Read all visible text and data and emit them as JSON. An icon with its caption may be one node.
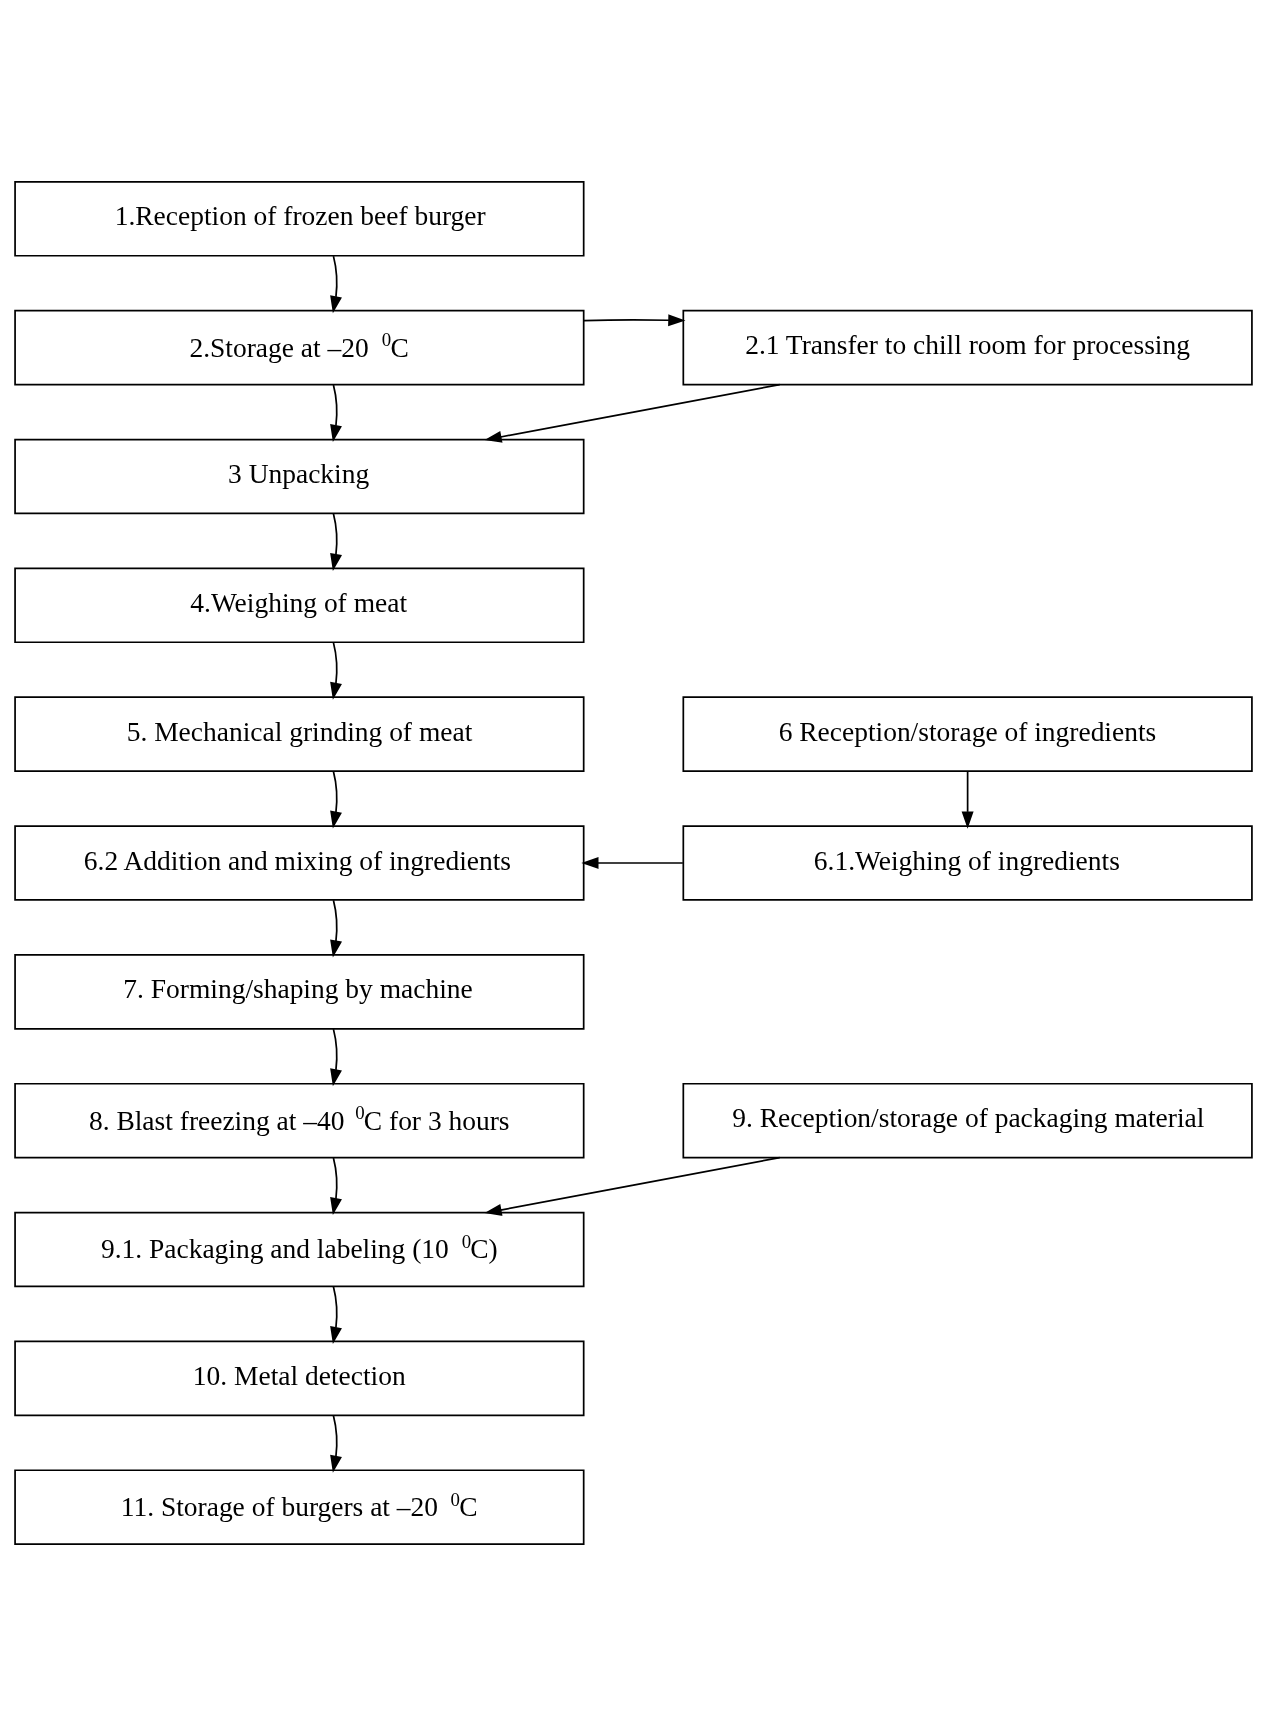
{
  "diagram": {
    "nodes": [
      {
        "text": [
          "1.Reception of frozen beef burger"
        ]
      },
      {
        "text": [
          "2.Storage at –20 $^{0}$C"
        ]
      },
      {
        "text": [
          "2.1 Transfer to chill room for processing"
        ]
      },
      {
        "text": [
          "3 Unpacking"
        ]
      },
      {
        "text": [
          "4.Weighing of meat"
        ]
      },
      {
        "text": [
          "5. Mechanical grinding of meat"
        ]
      },
      {
        "text": [
          "6 Reception/storage of ingredients"
        ]
      },
      {
        "text": [
          "6.2 Addition and mixing of ingredients"
        ]
      },
      {
        "text": [
          "6.1.Weighing of ingredients"
        ]
      },
      {
        "text": [
          "7. Forming/shaping by machine"
        ]
      },
      {
        "text": [
          "8. Blast freezing at –40 $^{0}$C for 3 hours"
        ]
      },
      {
        "text": [
          "9. Reception/storage of packaging material"
        ]
      },
      {
        "text": [
          "9.1. Packaging and labeling (10 $^{0}$C)"
        ]
      },
      {
        "text": [
          "10. Metal detection"
        ]
      },
      {
        "text": [
          "11. Storage of burgers at –20 $^{0}$C"
        ]
      }
    ],
    "edges": [
      {
        "from": 0,
        "to": 1,
        "arrow": "to"
      },
      {
        "from": 1,
        "to": 2,
        "arrow": "to"
      },
      {
        "from": 2,
        "to": 3,
        "arrow": "to"
      },
      {
        "from": 1,
        "to": 3,
        "arrow": "to"
      },
      {
        "from": 3,
        "to": 4,
        "arrow": "to"
      },
      {
        "from": 4,
        "to": 5,
        "arrow": "to"
      },
      {
        "from": 5,
        "to": 7,
        "arrow": "to"
      },
      {
        "from": 6,
        "to": 8,
        "arrow": "to"
      },
      {
        "from": 8,
        "to": 7,
        "arrow": "to"
      },
      {
        "from": 7,
        "to": 9,
        "arrow": "to"
      },
      {
        "from": 9,
        "to": 10,
        "arrow": "to"
      },
      {
        "from": 10,
        "to": 12,
        "arrow": "to"
      },
      {
        "from": 11,
        "to": 12,
        "arrow": "to"
      },
      {
        "from": 12,
        "to": 13,
        "arrow": "to"
      },
      {
        "from": 13,
        "to": 14,
        "arrow": "to"
      }
    ]
  }
}
